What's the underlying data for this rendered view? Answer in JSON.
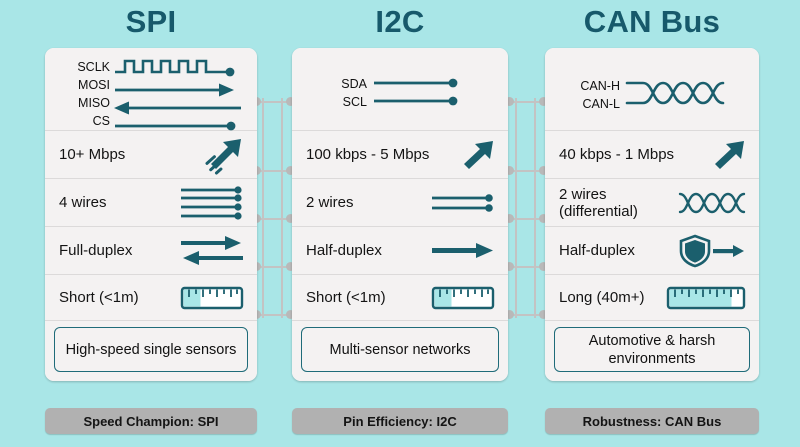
{
  "background_color": "#a9e6e7",
  "accent_color": "#1f6b79",
  "title_color": "#17596b",
  "row_bg": "#f4f2f2",
  "badge_bg": "#b1b1b1",
  "columns": [
    {
      "title": "SPI",
      "signals": [
        {
          "name": "SCLK",
          "art": "square-wave-clock"
        },
        {
          "name": "MOSI",
          "art": "arrow-right"
        },
        {
          "name": "MISO",
          "art": "arrow-left"
        },
        {
          "name": "CS",
          "art": "line-dot"
        }
      ],
      "rows": [
        {
          "label": "10+ Mbps",
          "icon": "speed-rocket-arrow-icon"
        },
        {
          "label": "4 wires",
          "icon": "four-wires-icon"
        },
        {
          "label": "Full-duplex",
          "icon": "full-duplex-arrows-icon"
        },
        {
          "label": "Short (<1m)",
          "icon": "ruler-short-icon"
        }
      ],
      "summary": "High-speed single sensors",
      "badge": "Speed Champion: SPI"
    },
    {
      "title": "I2C",
      "signals": [
        {
          "name": "SDA",
          "art": "line-dot"
        },
        {
          "name": "SCL",
          "art": "line-dot"
        }
      ],
      "rows": [
        {
          "label": "100 kbps - 5 Mbps",
          "icon": "speed-arrow-icon"
        },
        {
          "label": "2 wires",
          "icon": "two-wires-icon"
        },
        {
          "label": "Half-duplex",
          "icon": "half-duplex-arrow-icon"
        },
        {
          "label": "Short (<1m)",
          "icon": "ruler-short-icon"
        }
      ],
      "summary": "Multi-sensor networks",
      "badge": "Pin Efficiency: I2C"
    },
    {
      "title": "CAN Bus",
      "signals": [
        {
          "name": "CAN-H",
          "art": "twisted-pair-upper"
        },
        {
          "name": "CAN-L",
          "art": "twisted-pair-lower"
        }
      ],
      "rows": [
        {
          "label": "40 kbps - 1 Mbps",
          "icon": "speed-arrow-icon"
        },
        {
          "label": "2 wires\n(differential)",
          "icon": "twisted-pair-icon"
        },
        {
          "label": "Half-duplex",
          "icon": "shield-arrow-icon"
        },
        {
          "label": "Long (40m+)",
          "icon": "ruler-long-icon"
        }
      ],
      "summary": "Automotive & harsh environments",
      "badge": "Robustness: CAN Bus"
    }
  ]
}
